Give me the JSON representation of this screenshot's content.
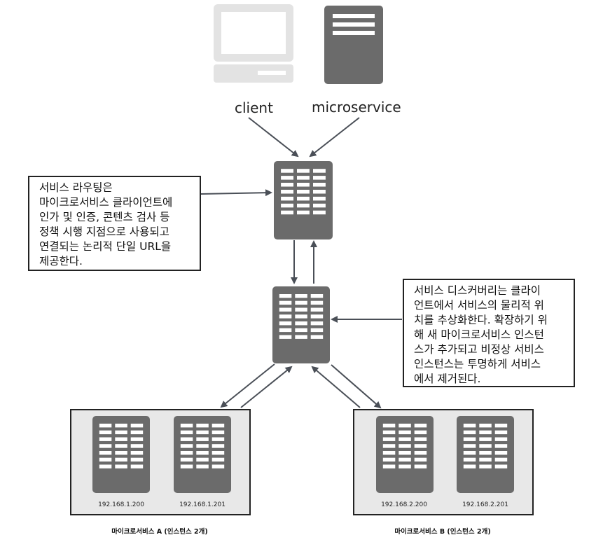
{
  "nodes": {
    "client_label": "client",
    "microservice_label": "microservice"
  },
  "notes": {
    "routing": "서비스 라우팅은\n마이크로서비스 클라이언트에\n인가 및 인증, 콘텐츠 검사 등\n정책 시행 지점으로 사용되고\n연결되는 논리적 단일 URL을\n제공한다.",
    "discovery": "서비스 디스커버리는 클라이\n언트에서 서비스의 물리적 위\n치를 추상화한다. 확장하기 위\n해 새 마이크로서비스 인스턴\n스가 추가되고 비정상 서비스\n인스턴스는 투명하게 서비스\n에서 제거된다."
  },
  "groups": [
    {
      "label": "마이크로서비스 A (인스턴스 2개)",
      "instances": [
        {
          "ip": "192.168.1.200"
        },
        {
          "ip": "192.168.1.201"
        }
      ]
    },
    {
      "label": "마이크로서비스 B (인스턴스 2개)",
      "instances": [
        {
          "ip": "192.168.2.200"
        },
        {
          "ip": "192.168.2.201"
        }
      ]
    }
  ],
  "colors": {
    "server": "#6b6b6b",
    "client_frame": "#e3e3e3",
    "arrow": "#4a4f57",
    "group_bg": "#e8e8e8"
  },
  "icons": {
    "client": "desktop-computer-icon",
    "microservice": "server-tower-icon",
    "router": "server-rack-icon",
    "discovery": "server-rack-icon"
  }
}
